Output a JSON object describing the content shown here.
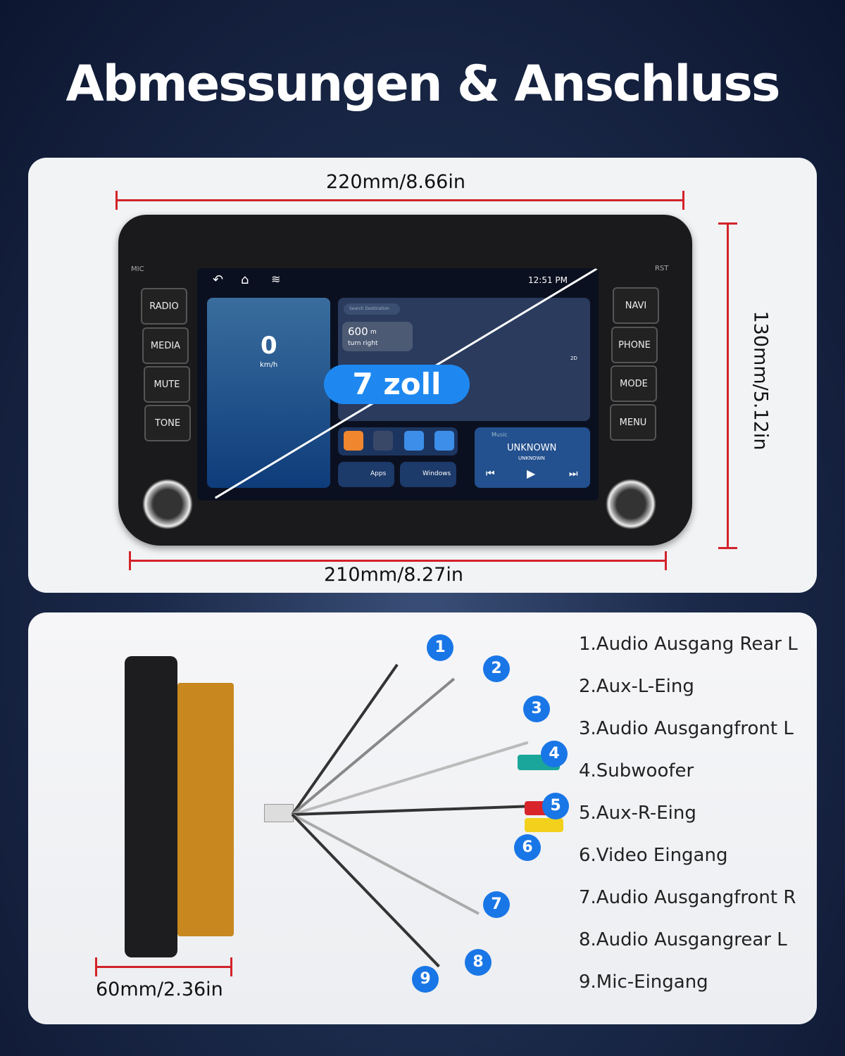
{
  "title": "Abmessungen & Anschluss",
  "dimensions": {
    "width_top": "220mm/8.66in",
    "height_right": "130mm/5.12in",
    "width_bottom": "210mm/8.27in",
    "depth": "60mm/2.36in"
  },
  "unit": {
    "left_buttons": [
      "RADIO",
      "MEDIA",
      "MUTE",
      "TONE"
    ],
    "right_buttons": [
      "NAVI",
      "PHONE",
      "MODE",
      "MENU"
    ],
    "mic_label": "MIC",
    "rst_label": "RST"
  },
  "screen": {
    "time": "12:51 PM",
    "speed": "0",
    "speed_unit": "km/h",
    "search_placeholder": "Search Destination",
    "distance": "600",
    "distance_unit": "m",
    "turn": "turn right",
    "map_mode": "2D",
    "music_label": "Music",
    "track": "UNKNOWN",
    "artist": "UNKNOWN",
    "apps_label": "Apps",
    "windows_label": "Windows",
    "size_badge": "7 zoll"
  },
  "connectors": [
    "1.Audio Ausgang Rear L",
    "2.Aux-L-Eing",
    "3.Audio Ausgangfront L",
    "4.Subwoofer",
    "5.Aux-R-Eing",
    "6.Video Eingang",
    "7.Audio Ausgangfront R",
    "8.Audio Ausgangrear L",
    "9.Mic-Eingang"
  ],
  "connector_numbers": [
    "1",
    "2",
    "3",
    "4",
    "5",
    "6",
    "7",
    "8",
    "9"
  ],
  "colors": {
    "accent": "#1976e6",
    "dimension_line": "#d2232a",
    "badge": "#1e88f0"
  }
}
